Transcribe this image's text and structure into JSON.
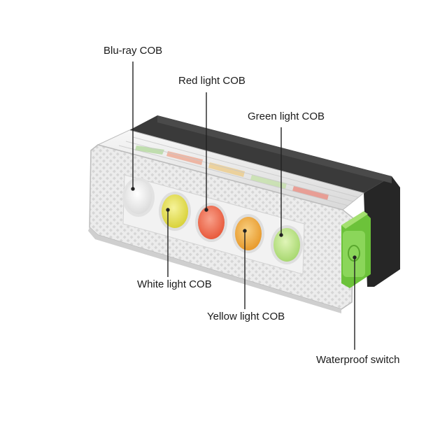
{
  "labels": {
    "blu_ray": "Blu-ray COB",
    "red": "Red light COB",
    "green": "Green light COB",
    "white": "White light COB",
    "yellow": "Yellow light COB",
    "switch": "Waterproof switch"
  },
  "colors": {
    "housing": "#2b2b2b",
    "lens": "#e8e8e8",
    "white_cob": "#f4f4f4",
    "yellow_cob": "#e6e05a",
    "red_cob": "#f07a5a",
    "orange_cob": "#f0b048",
    "green_cob": "#c8e890",
    "switch": "#8bd65a",
    "leader": "#222222"
  }
}
